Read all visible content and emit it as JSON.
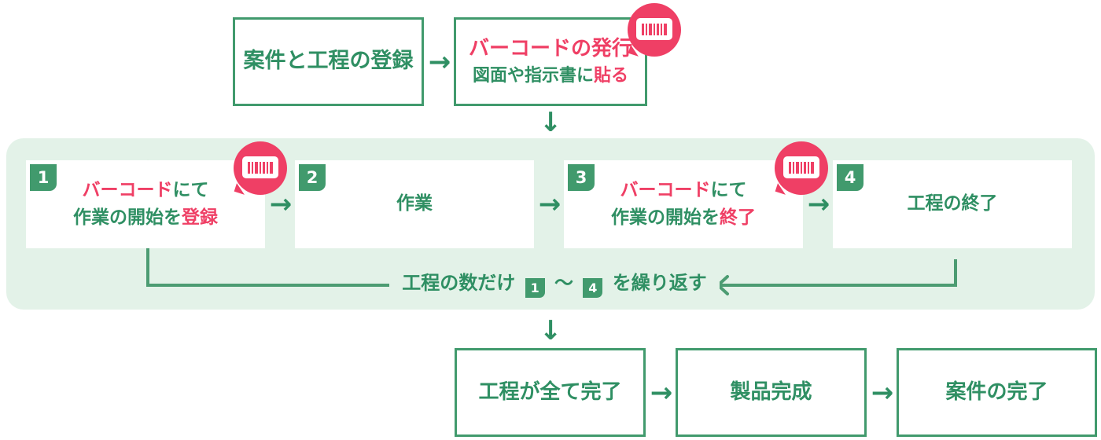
{
  "colors": {
    "green": "#2f8f63",
    "green_border": "#419a6d",
    "pink": "#ef3f65",
    "panel_bg": "#e3f2e8",
    "white": "#ffffff"
  },
  "row_top": {
    "box1": {
      "text": "案件と工程の登録"
    },
    "arrow1": {
      "glyph": "→"
    },
    "box2": {
      "line1": "バーコードの発行",
      "line2_prefix": "図面や指示書に",
      "line2_accent": "貼る"
    },
    "bubble": {
      "icon": "barcode-icon"
    }
  },
  "connector_top_to_panel": {
    "glyph": "↓"
  },
  "panel": {
    "steps": [
      {
        "number": "1",
        "line1_accent": "バーコード",
        "line1_rest": "にて",
        "line2_prefix": "作業の開始を",
        "line2_accent": "登録",
        "has_bubble": true
      },
      {
        "number": "2",
        "line1_accent": "",
        "line1_rest": "",
        "line2_prefix": "作業",
        "line2_accent": "",
        "has_bubble": false
      },
      {
        "number": "3",
        "line1_accent": "バーコード",
        "line1_rest": "にて",
        "line2_prefix": "作業の開始を",
        "line2_accent": "終了",
        "has_bubble": true
      },
      {
        "number": "4",
        "line1_accent": "",
        "line1_rest": "",
        "line2_prefix": "工程の終了",
        "line2_accent": "",
        "has_bubble": false
      }
    ],
    "arrows": [
      "→",
      "→",
      "→"
    ],
    "repeat_caption": {
      "prefix": "工程の数だけ",
      "from": "1",
      "tilde": "〜",
      "to": "4",
      "suffix": "を繰り返す"
    }
  },
  "connector_panel_to_bottom": {
    "glyph": "↓"
  },
  "row_bottom": {
    "box1": {
      "text": "工程が全て完了"
    },
    "arrow1": {
      "glyph": "→"
    },
    "box2": {
      "text": "製品完成"
    },
    "arrow2": {
      "glyph": "→"
    },
    "box3": {
      "text": "案件の完了"
    }
  }
}
